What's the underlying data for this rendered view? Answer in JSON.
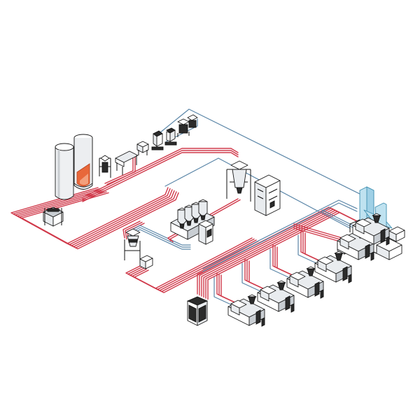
{
  "diagram": {
    "kind": "isometric material-handling system illustration",
    "colors": {
      "supply_line": "#d0394a",
      "return_line": "#5b86a8",
      "equipment_outline": "#1a1a1a",
      "silo_cut_material": "#e8683a",
      "crusher_tower": "#bfe2f0",
      "background": "#ffffff"
    },
    "components": [
      {
        "name": "storage-silo",
        "count": 2
      },
      {
        "name": "rail-car-unloader",
        "count": 1
      },
      {
        "name": "hopper-dryer-rack",
        "count": 1
      },
      {
        "name": "small-loader-station",
        "count": 4
      },
      {
        "name": "central-drying-unit",
        "count": 1
      },
      {
        "name": "dryer-bank",
        "count": 1
      },
      {
        "name": "blender-station",
        "count": 1
      },
      {
        "name": "vacuum-pump",
        "count": 1
      },
      {
        "name": "granulator-tower",
        "count": 1
      },
      {
        "name": "injection-molding-machine",
        "count": 6
      }
    ]
  }
}
